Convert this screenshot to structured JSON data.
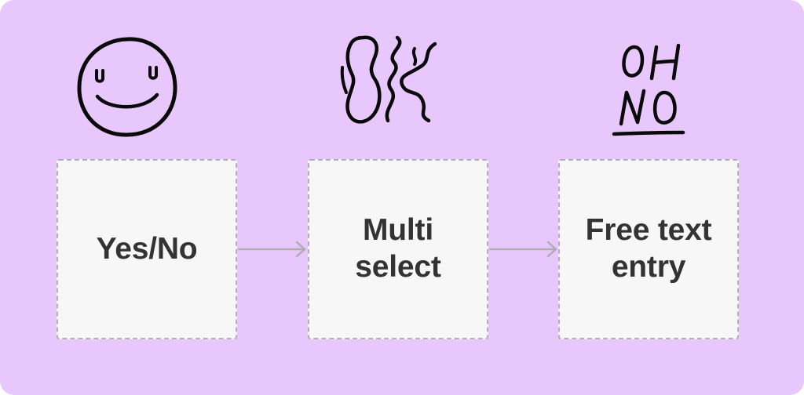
{
  "colors": {
    "background": "#e8c7fc",
    "box_fill": "#f7f7f7",
    "box_border": "#b4b0ba",
    "label_text": "#333333",
    "arrow": "#b1abb5",
    "doodle_ink": "#0a0a0a"
  },
  "steps": [
    {
      "label": "Yes/No",
      "doodle_icon": "smiley-face-icon"
    },
    {
      "label": "Multi select",
      "doodle_icon": "ok-squiggle-icon"
    },
    {
      "label": "Free text entry",
      "doodle_icon": "oh-no-icon",
      "doodle_text": "OH NO"
    }
  ],
  "connectors": [
    {
      "from": "Yes/No",
      "to": "Multi select"
    },
    {
      "from": "Multi select",
      "to": "Free text entry"
    }
  ]
}
